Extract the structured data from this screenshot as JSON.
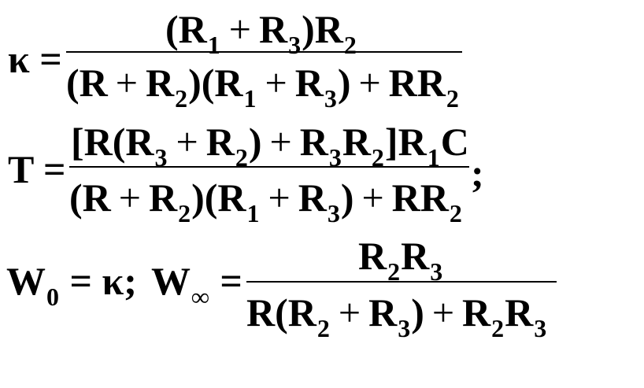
{
  "equations": {
    "k": {
      "lhs": "κ =",
      "numerator": {
        "p1": "(R",
        "s1": "1",
        "plus": "+",
        "p2": "R",
        "s2": "3",
        "p3": ")R",
        "s3": "2"
      },
      "denominator": {
        "p1": "(R",
        "plus1": "+",
        "p2": "R",
        "s2": "2",
        "p3": ")(R",
        "s3": "1",
        "plus2": "+",
        "p4": "R",
        "s4": "3",
        "p5": ")",
        "plus3": "+",
        "p6": "RR",
        "s6": "2"
      }
    },
    "T": {
      "lhs": "T =",
      "numerator": {
        "p1": "[R(R",
        "s1": "3",
        "plus1": "+",
        "p2": "R",
        "s2": "2",
        "p3": ")",
        "plus2": "+",
        "p4": "R",
        "s4": "3",
        "p5": "R",
        "s5": "2",
        "p6": "]R",
        "s6": "1",
        "p7": "C"
      },
      "denominator": {
        "p1": "(R",
        "plus1": "+",
        "p2": "R",
        "s2": "2",
        "p3": ")(R",
        "s3": "1",
        "plus2": "+",
        "p4": "R",
        "s4": "3",
        "p5": ")",
        "plus3": "+",
        "p6": "RR",
        "s6": "2"
      },
      "trailing": ";"
    },
    "W": {
      "w0": "W",
      "w0_sub": "0",
      "w0_rest": "= κ;",
      "winf": "W",
      "winf_sub": "∞",
      "winf_eq": "=",
      "numerator": {
        "p1": "R",
        "s1": "2",
        "p2": "R",
        "s2": "3"
      },
      "denominator": {
        "p1": "R(R",
        "s1": "2",
        "plus1": "+",
        "p2": "R",
        "s2": "3",
        "p3": ")",
        "plus2": "+",
        "p4": "R",
        "s4": "2",
        "p5": "R",
        "s5": "3"
      }
    }
  }
}
